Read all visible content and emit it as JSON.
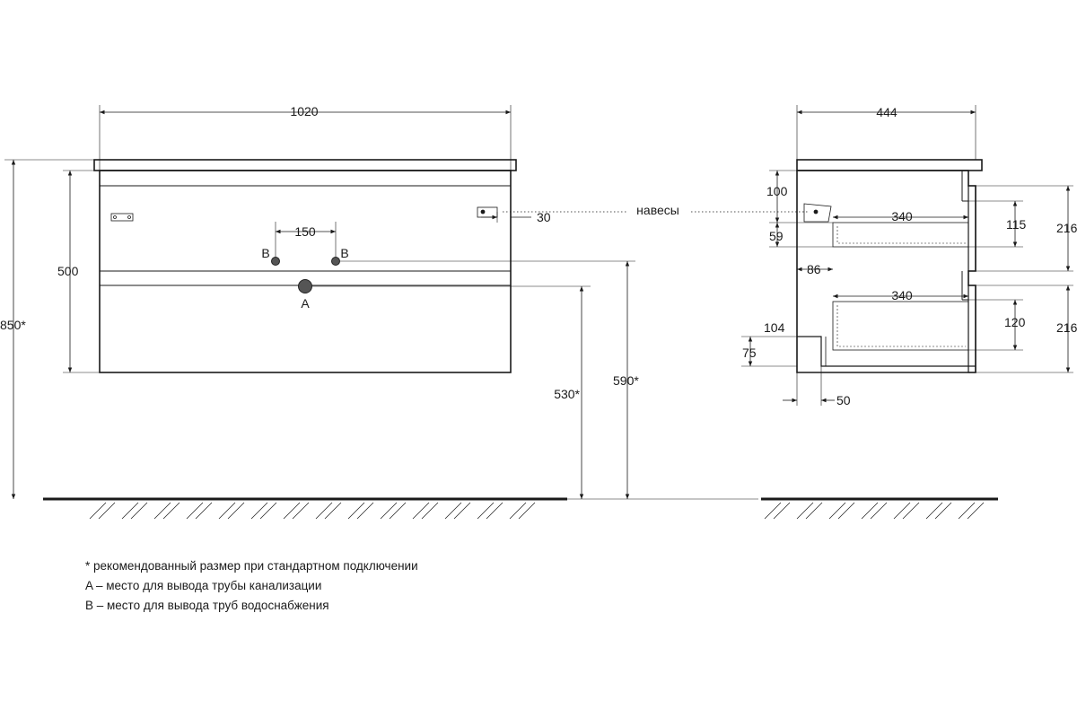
{
  "front_view": {
    "width_label": "1020",
    "total_height_label": "850*",
    "body_height_label": "500",
    "hinge_offset_label": "30",
    "pipe_spacing_label": "150",
    "water_pipe_label_left": "B",
    "water_pipe_label_right": "B",
    "drain_label": "A",
    "drain_height_label": "530*",
    "water_height_label": "590*"
  },
  "hinges_label": "навесы",
  "side_view": {
    "depth_label": "444",
    "hinge_top_label": "100",
    "drawer_top_depth_label": "340",
    "drawer_top_inner_label": "115",
    "drawer_top_front_label": "216",
    "drawer_top_offset_label": "59",
    "drawer_gap_label": "86",
    "drawer_bottom_depth_label": "340",
    "drawer_bottom_inner_label": "120",
    "drawer_bottom_front_label": "216",
    "plinth_height_label": "104",
    "plinth_inner_label": "75",
    "plinth_depth_label": "50"
  },
  "notes": {
    "line1": "* рекомендованный размер при стандартном подключении",
    "line2": "A – место для вывода трубы канализации",
    "line3": "B – место для вывода труб водоснабжения"
  }
}
